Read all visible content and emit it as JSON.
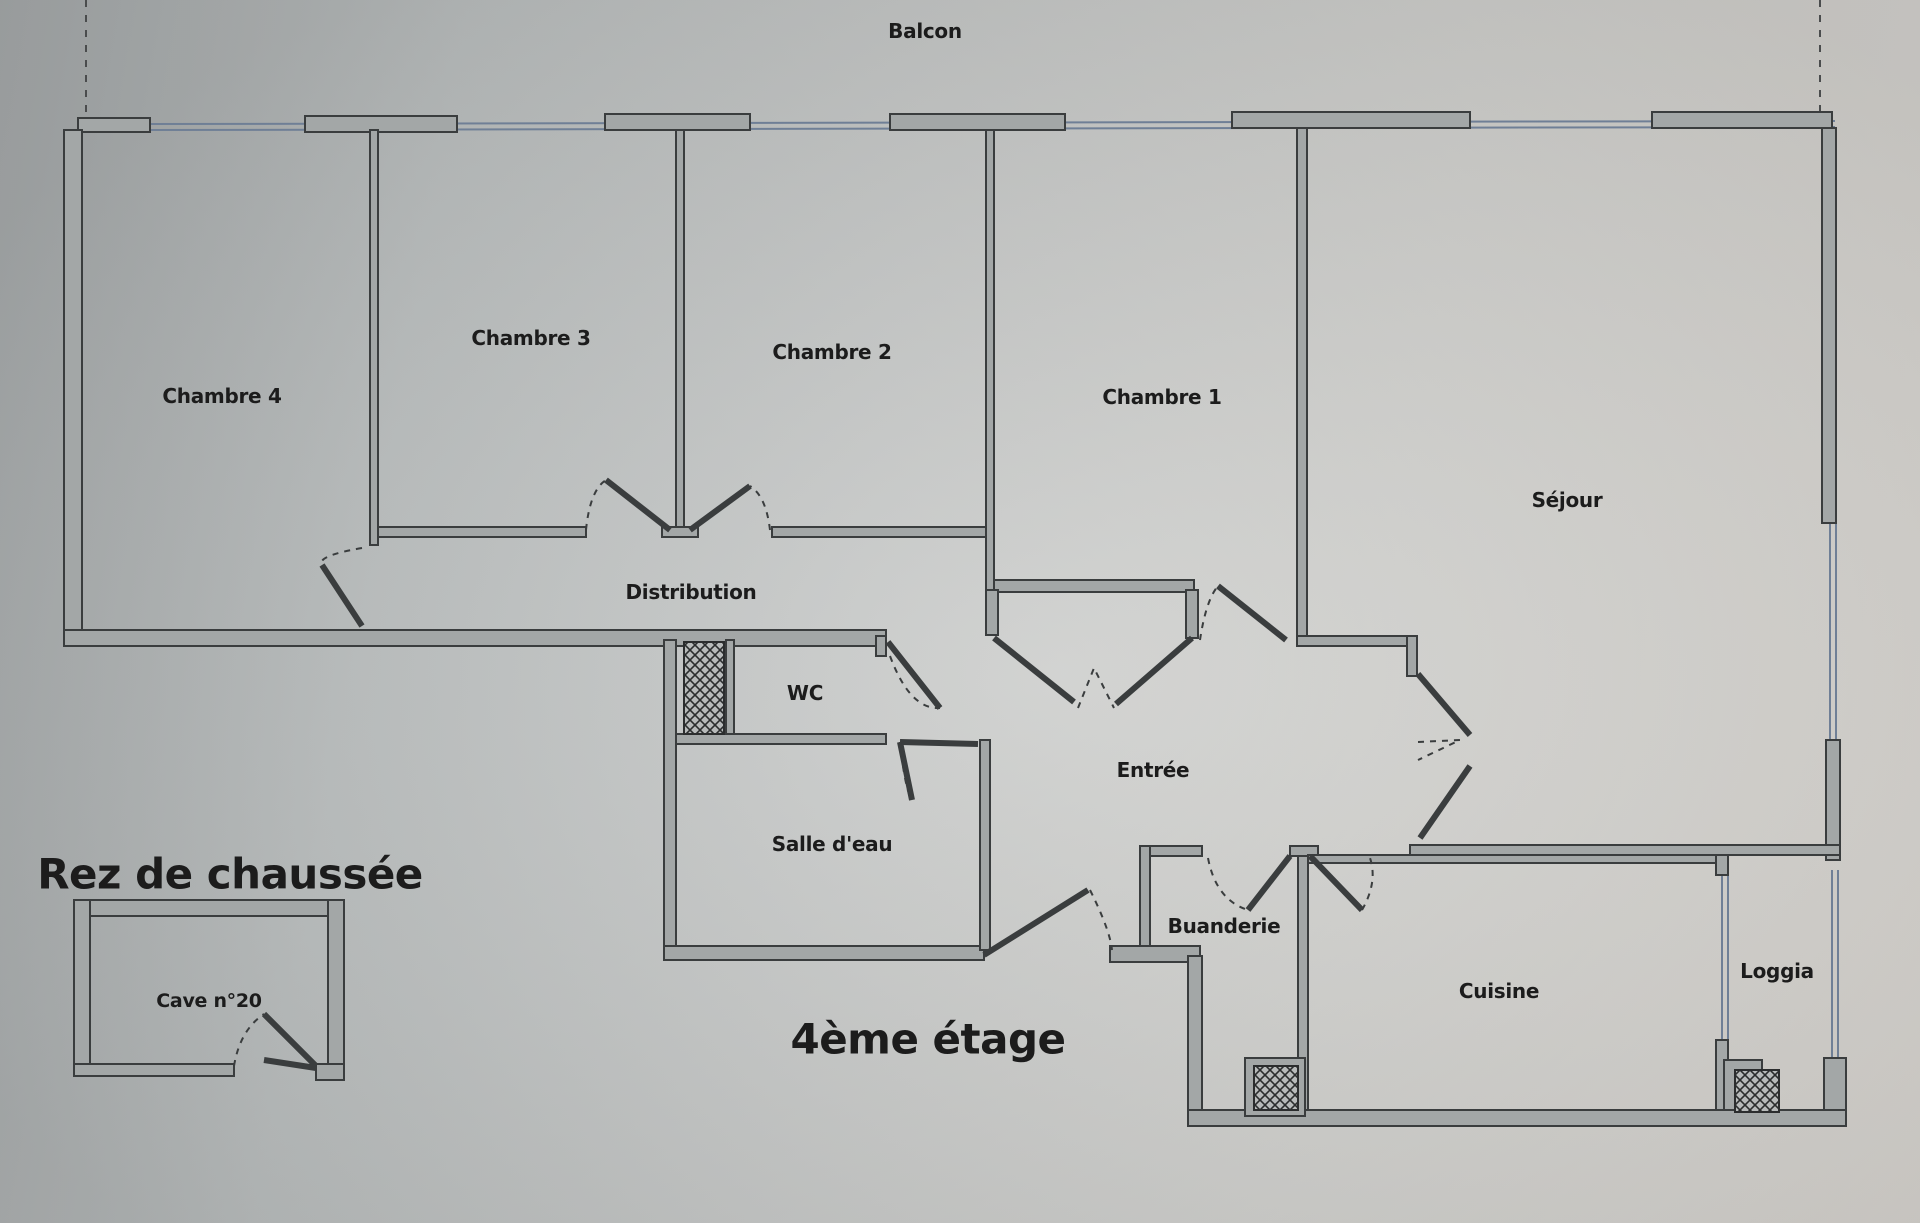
{
  "plan": {
    "top_label": "Balcon",
    "floor_title": "4ème étage",
    "ground_title": "Rez de chaussée",
    "rooms": {
      "chambre4": "Chambre 4",
      "chambre3": "Chambre 3",
      "chambre2": "Chambre 2",
      "chambre1": "Chambre 1",
      "sejour": "Séjour",
      "distribution": "Distribution",
      "wc": "WC",
      "salle_deau": "Salle d'eau",
      "entree": "Entrée",
      "buanderie": "Buanderie",
      "cuisine": "Cuisine",
      "loggia": "Loggia",
      "cave": "Cave n°20"
    },
    "colors": {
      "wall_fill": "#a3a7a7",
      "wall_stroke": "#3a3d3e",
      "window_line": "#6f7f96",
      "text": "#1c1c1c"
    }
  }
}
